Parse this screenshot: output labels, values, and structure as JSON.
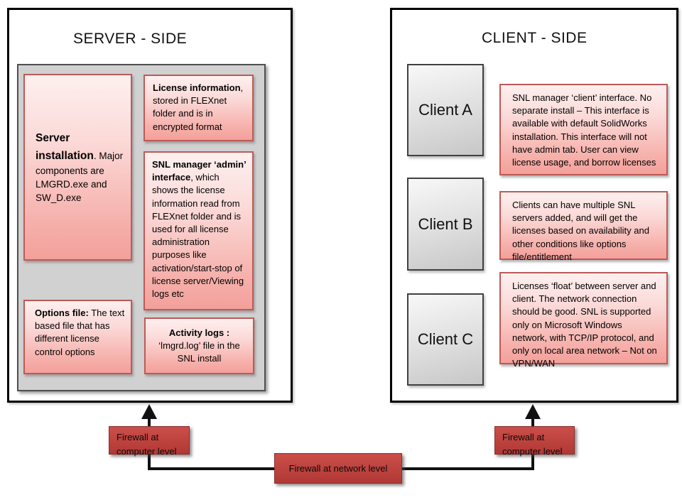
{
  "server": {
    "title": "SERVER - SIDE",
    "boxes": {
      "installation": {
        "bold": "Server installation",
        "rest": ". Major components are LMGRD.exe and SW_D.exe"
      },
      "license_info": {
        "bold": "License information",
        "rest": ", stored in FLEXnet folder and is in encrypted format"
      },
      "admin_interface": {
        "bold": "SNL manager ‘admin’ interface",
        "rest": ", which shows the license information read from FLEXnet folder and is used for all license administration purposes like activation/start-stop of license server/Viewing logs etc"
      },
      "options_file": {
        "bold": "Options file:",
        "rest": " The text based file that has different license control options"
      },
      "activity_logs": {
        "bold": "Activity logs :",
        "rest": " ‘lmgrd.log’ file in the SNL install"
      }
    }
  },
  "client": {
    "title": "CLIENT - SIDE",
    "machines": [
      "Client A",
      "Client B",
      "Client C"
    ],
    "notes": [
      "SNL manager ‘client’ interface. No separate install – This interface is available with default SolidWorks installation. This interface will not have admin tab. User can view license usage, and borrow licenses",
      "Clients can have multiple SNL servers added, and will get the licenses based on availability and other conditions like options file/entitlement",
      "Licenses ‘float’ between server and client. The network connection should be good. SNL is supported only on Microsoft Windows network, with TCP/IP protocol, and only on local area network – Not on VPN/WAN"
    ]
  },
  "firewalls": {
    "computer_left": "Firewall at computer level",
    "computer_right": "Firewall at computer level",
    "network": "Firewall at network level"
  },
  "colors": {
    "pink_fill_top": "#fdf0ef",
    "pink_fill_bottom": "#f3a09a",
    "pink_border": "#bc5a57",
    "gray_container": "#d1d1d1",
    "machine_fill_bottom": "#c7c7c7",
    "firewall_red": "#bd423e",
    "line_black": "#111111"
  }
}
